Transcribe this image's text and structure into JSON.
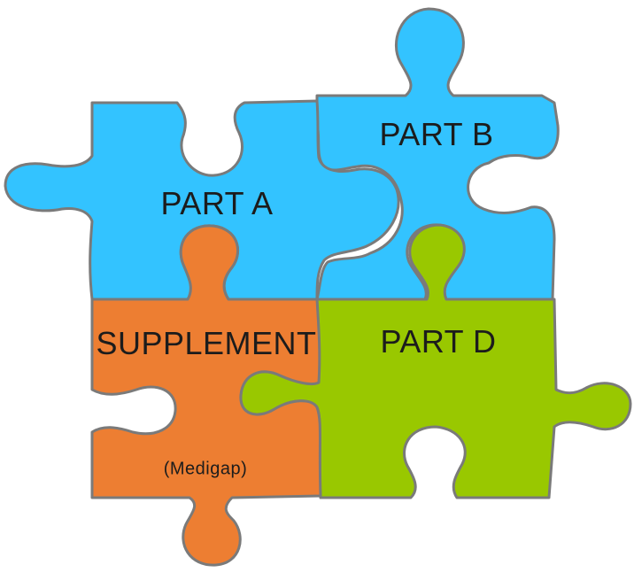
{
  "pieces": [
    {
      "id": "part-a",
      "label": "PART A",
      "color": "#33c3ff"
    },
    {
      "id": "part-b",
      "label": "PART B",
      "color": "#33c3ff"
    },
    {
      "id": "supplement",
      "label": "SUPPLEMENT",
      "sublabel": "(Medigap)",
      "color": "#ed7e32"
    },
    {
      "id": "part-d",
      "label": "PART D",
      "color": "#99c800"
    }
  ],
  "outline_color": "#7a7a7a"
}
